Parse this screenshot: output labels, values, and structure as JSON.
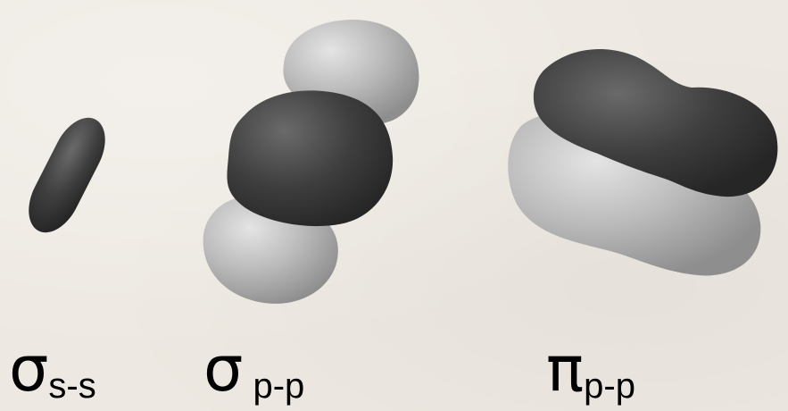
{
  "labels": {
    "sigma_ss": {
      "symbol": "σ",
      "subscript": "s-s"
    },
    "sigma_pp": {
      "symbol": "σ",
      "subscript": " p-p"
    },
    "pi_pp": {
      "symbol": "π",
      "subscript": "p-p"
    }
  },
  "colors": {
    "dark_lobe": "#3a3a3a",
    "light_lobe": "#b4b4b4",
    "background": "#ede8e1"
  }
}
